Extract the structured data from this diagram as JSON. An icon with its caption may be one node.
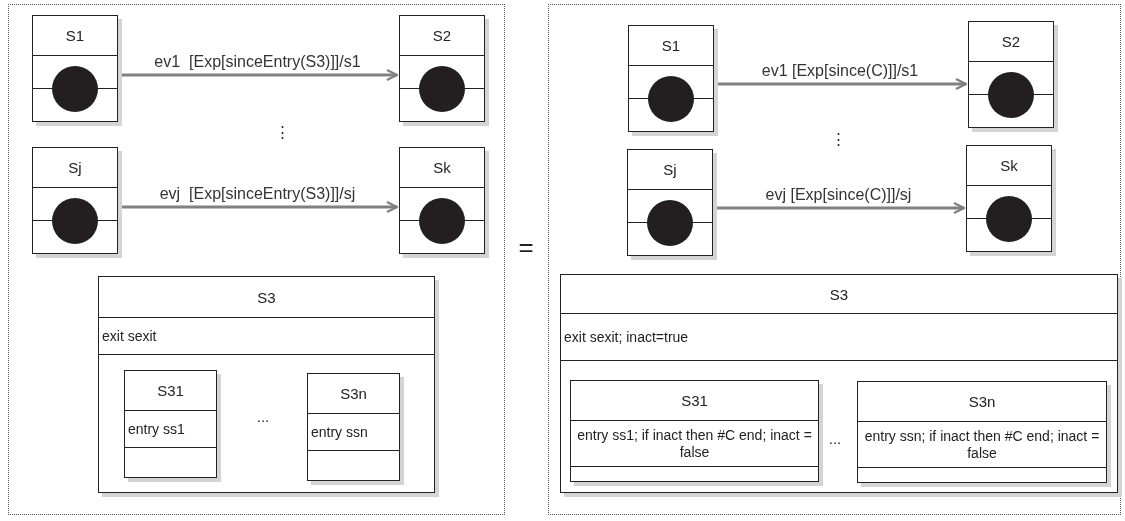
{
  "diagram": {
    "nodes": [
      {
        "text": [],
        "shape": "box"
      },
      {
        "text": [
          "S1"
        ],
        "in": 0
      },
      {
        "text": [
          "S2"
        ],
        "in": 0
      },
      {
        "text": [
          "Sj"
        ],
        "in": 0
      },
      {
        "text": [
          "Sk"
        ],
        "in": 0
      },
      {
        "text": [
          "S3",
          "exit sexit"
        ],
        "in": 0
      },
      {
        "text": [
          "S31",
          "entry ss1"
        ],
        "in": 5
      },
      {
        "text": [
          "S3n",
          "entry ssn"
        ],
        "in": 5
      },
      {
        "text": [],
        "shape": "box"
      },
      {
        "text": [
          "S1"
        ],
        "in": 8
      },
      {
        "text": [
          "S2"
        ],
        "in": 8
      },
      {
        "text": [
          "Sj"
        ],
        "in": 8
      },
      {
        "text": [
          "Sk"
        ],
        "in": 8
      },
      {
        "text": [
          "S3",
          "exit sexit; inact=true"
        ],
        "in": 8
      },
      {
        "text": [
          "S31",
          "entry ss1; if inact then #C end; inact = false"
        ],
        "in": 13
      },
      {
        "text": [
          "S3n",
          "entry ssn; if inact then #C end; inact = false"
        ],
        "in": 13
      }
    ],
    "edges": [
      {
        "from": 1,
        "to": 2,
        "arrow": "to",
        "label": "ev1  [Exp[sinceEntry(S3)]]/s1",
        "color": "#808080"
      },
      {
        "from": 3,
        "to": 4,
        "arrow": "to",
        "label": "evj  [Exp[sinceEntry(S3)]]/sj",
        "color": "#808080"
      },
      {
        "from": 9,
        "to": 10,
        "arrow": "to",
        "label": "ev1 [Exp[since(C)]]/s1",
        "color": "#808080"
      },
      {
        "from": 11,
        "to": 12,
        "arrow": "to",
        "label": "evj [Exp[since(C)]]/sj",
        "color": "#808080"
      }
    ],
    "labels": [
      "⋮",
      "=",
      "⋮",
      "...",
      "..."
    ]
  }
}
